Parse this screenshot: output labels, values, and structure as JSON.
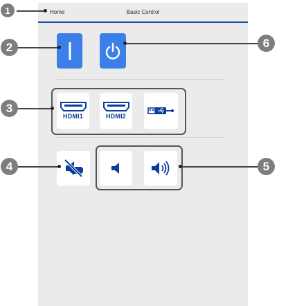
{
  "header": {
    "home_label": "Home",
    "title": "Basic Control"
  },
  "buttons": {
    "power_on": {
      "icon": "power-on-icon"
    },
    "power_off": {
      "icon": "power-standby-icon"
    },
    "hdmi1": {
      "label": "HDMI1",
      "icon": "hdmi-icon"
    },
    "hdmi2": {
      "label": "HDMI2",
      "icon": "hdmi-icon"
    },
    "usb": {
      "icon": "usb-icon"
    },
    "av_mute": {
      "icon": "av-mute-icon"
    },
    "volume_down": {
      "icon": "volume-down-icon"
    },
    "volume_up": {
      "icon": "volume-up-icon"
    }
  },
  "callouts": [
    "1",
    "2",
    "3",
    "4",
    "5",
    "6"
  ],
  "colors": {
    "accent_blue": "#3d7fe8",
    "header_line": "#1c4fa3",
    "label_blue": "#0b3e9c",
    "callout_grey": "#7e7e7e"
  }
}
